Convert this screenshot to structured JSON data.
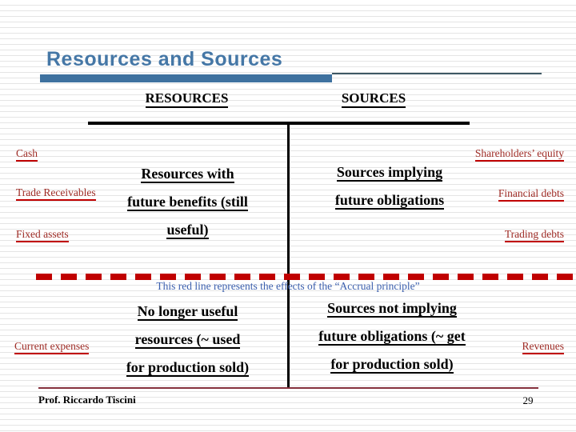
{
  "slide": {
    "title": "Resources and Sources",
    "footer": {
      "author": "Prof. Riccardo Tiscini",
      "page_number": "29"
    }
  },
  "t_account": {
    "left_header": "RESOURCES",
    "right_header": "SOURCES",
    "upper_left_lines": [
      "Resources with",
      "future benefits (still",
      "useful)"
    ],
    "upper_right_lines": [
      "Sources implying",
      "future obligations"
    ],
    "lower_left_lines": [
      "No longer useful",
      "resources (~ used",
      "for production sold)"
    ],
    "lower_right_lines": [
      "Sources not implying",
      "future obligations (~ get",
      "for production sold)"
    ]
  },
  "labels": {
    "left": [
      "Cash",
      "Trade Receivables",
      "Fixed assets",
      "Current expenses"
    ],
    "right": [
      "Shareholders’ equity",
      "Financial debts",
      "Trading debts",
      "Revenues"
    ]
  },
  "accrual_note": "This red line represents the effects of the “Accrual principle”",
  "colors": {
    "title_blue": "#4577a6",
    "accent_bar_blue": "#3e719f",
    "accent_line_slate": "#3e5864",
    "label_red": "#9e2b25",
    "underline_red": "#c00000",
    "dashed_line_red": "#c00000",
    "note_blue": "#3b5fae",
    "footer_line_maroon": "#84303c"
  }
}
